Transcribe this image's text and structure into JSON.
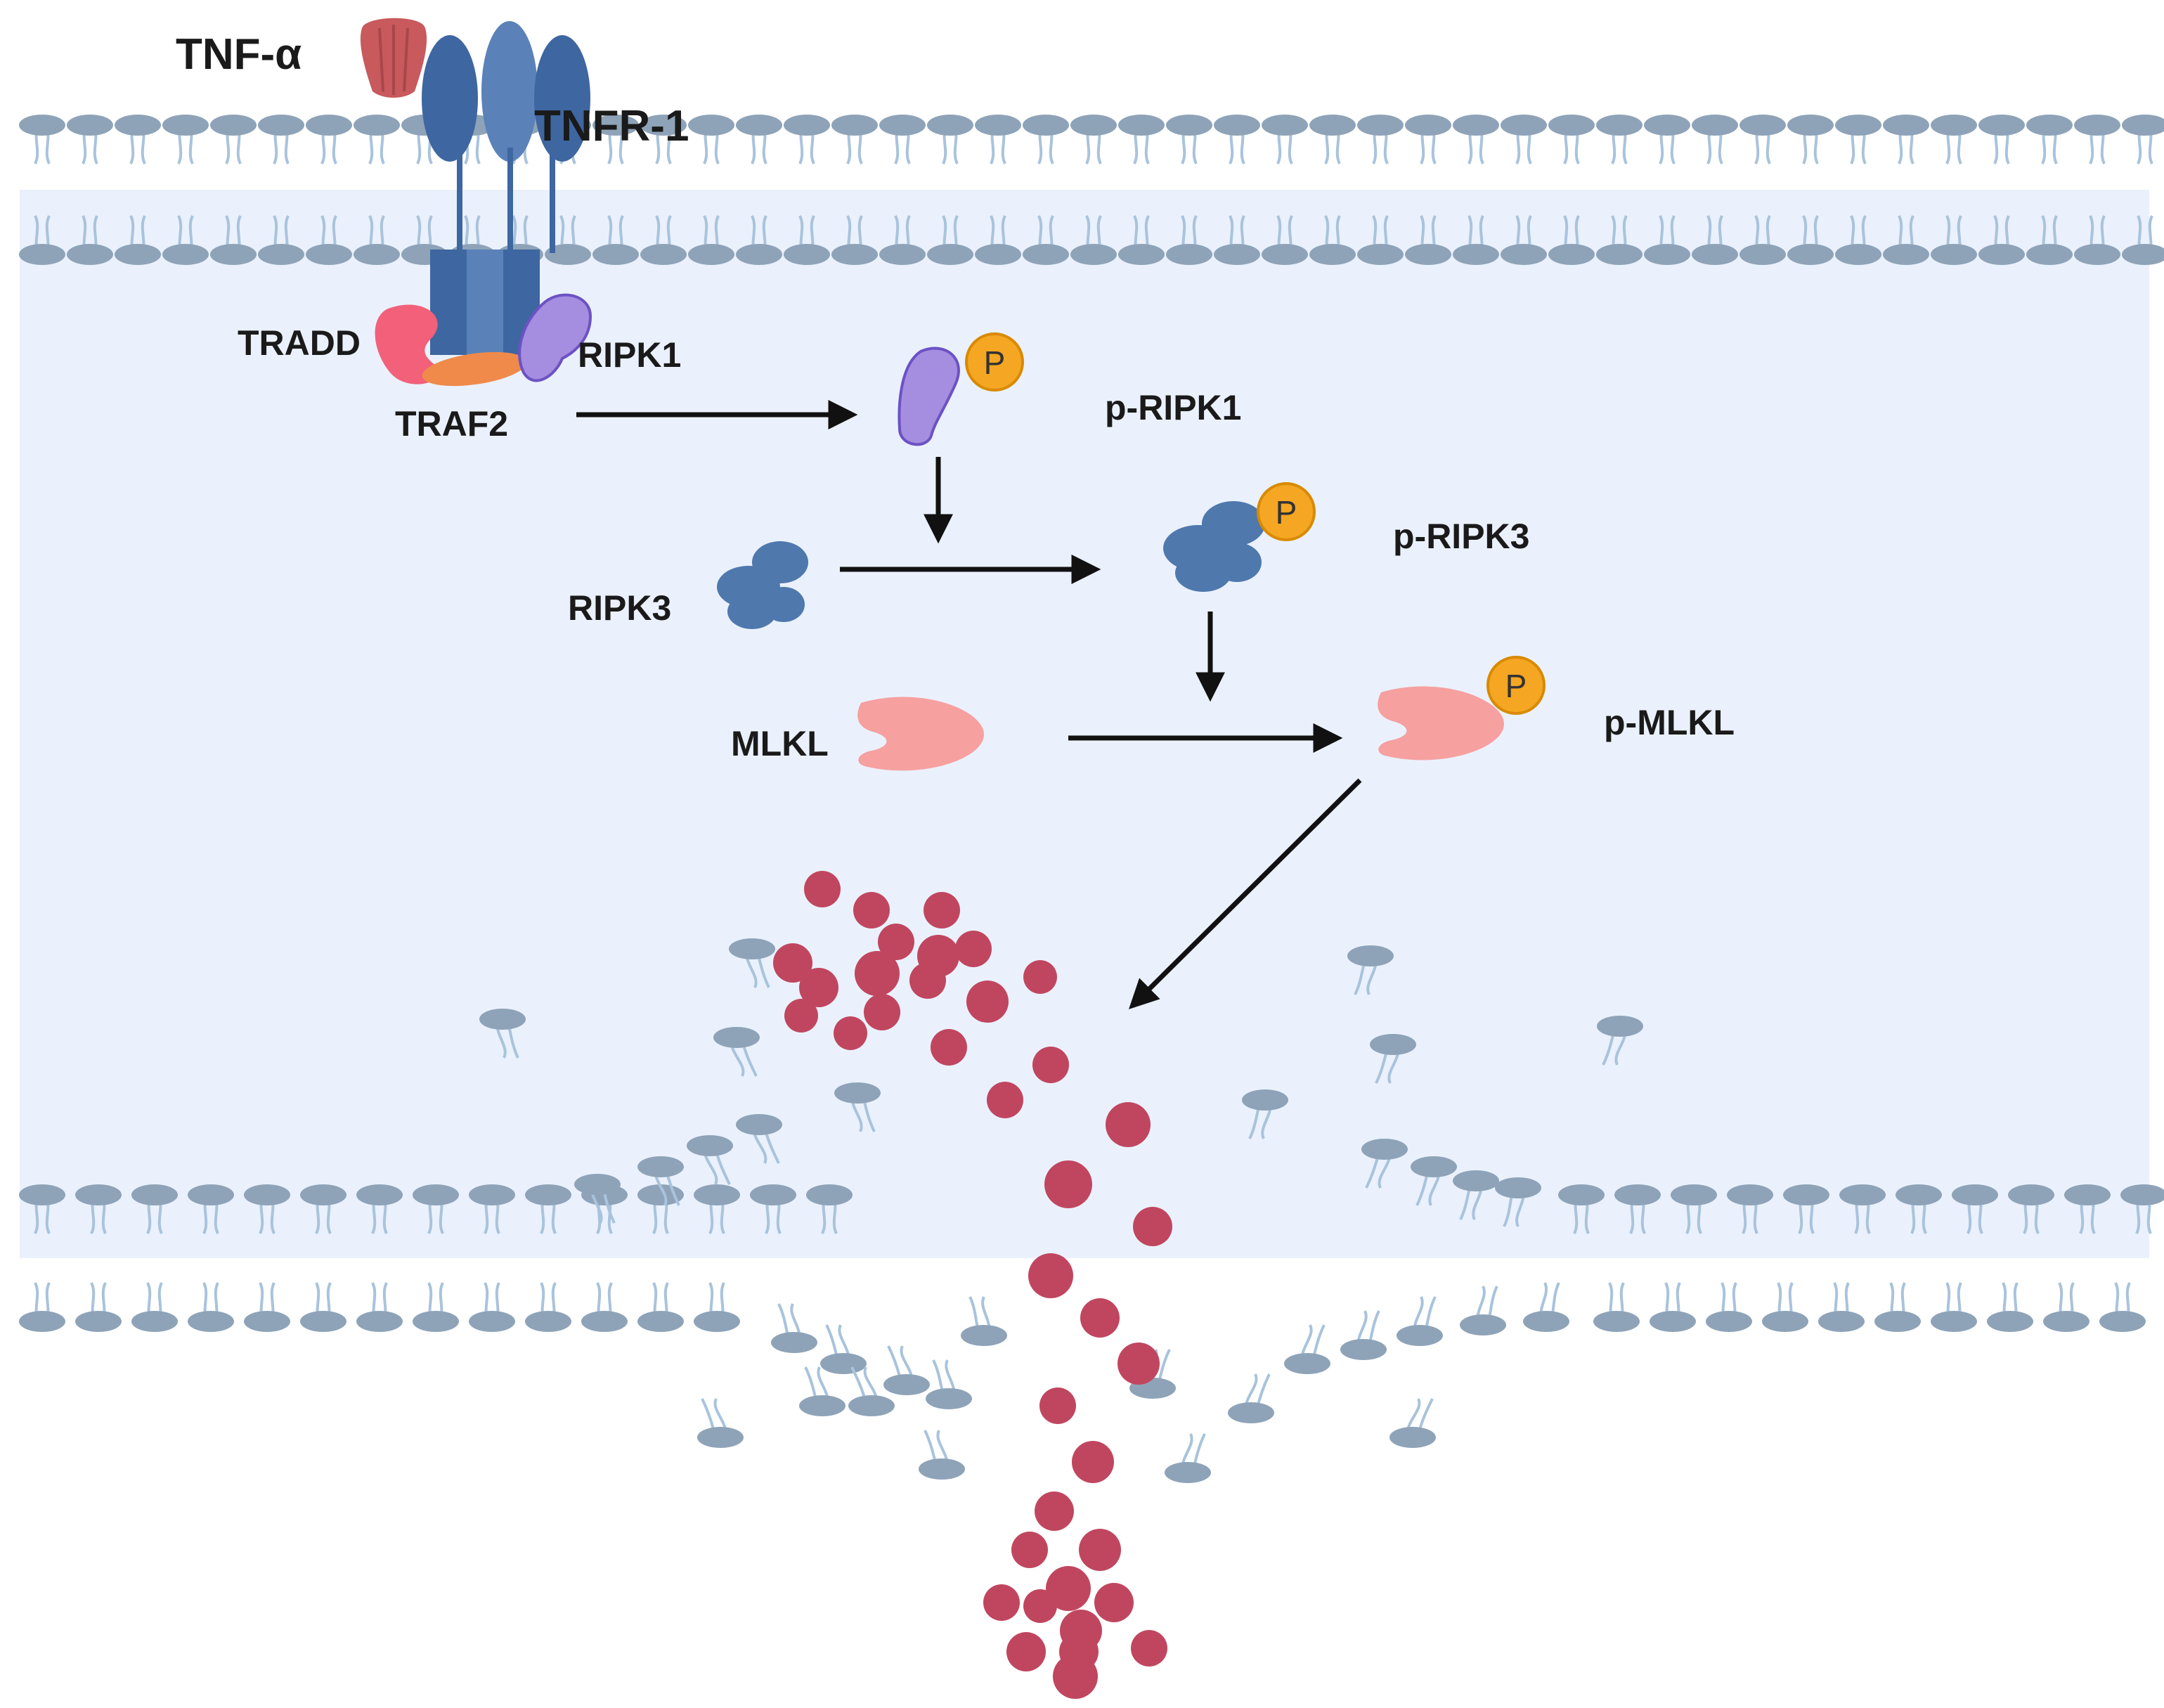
{
  "labels": {
    "tnf_alpha": "TNF-α",
    "tnfr1": "TNFR-1",
    "tradd": "TRADD",
    "ripk1": "RIPK1",
    "traf2": "TRAF2",
    "p_ripk1": "p-RIPK1",
    "ripk3": "RIPK3",
    "p_ripk3": "p-RIPK3",
    "mlkl": "MLKL",
    "p_mlkl": "p-MLKL",
    "phospho_tag": "P"
  },
  "colors": {
    "cytoplasm": "#eaf1fc",
    "lipid_head": "#8ea3b8",
    "lipid_tail": "#a9c3dc",
    "receptor": "#4d72a8",
    "tnf_alpha": "#c8595c",
    "tradd": "#f2607a",
    "ripk1": "#a58ee0",
    "ripk1_stroke": "#6c52c4",
    "traf2": "#ef8a4a",
    "ripk3": "#4f78ad",
    "mlkl": "#f6a0a0",
    "phospho": "#f5a623",
    "phospho_stroke": "#d88a00",
    "release_particle": "#c0465f",
    "arrow": "#111111"
  }
}
